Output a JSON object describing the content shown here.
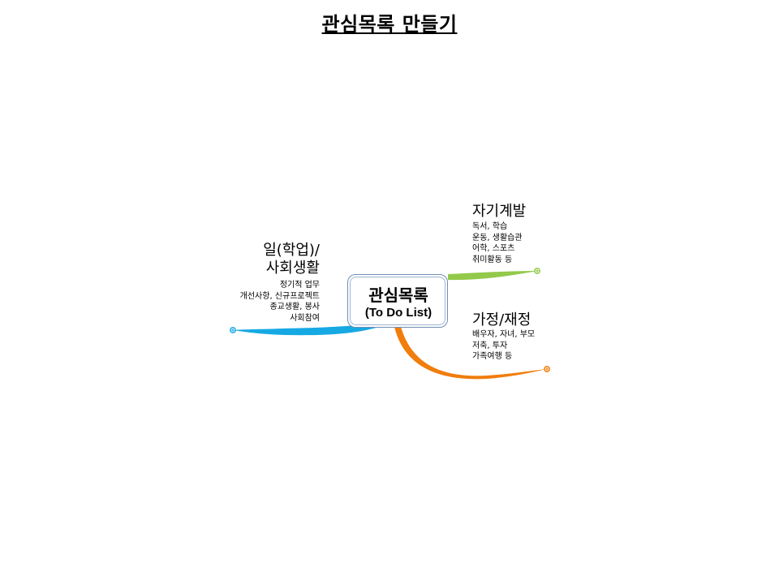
{
  "title": "관심목록 만들기",
  "center": {
    "title": "관심목록",
    "subtitle": "(To Do List)"
  },
  "branches": [
    {
      "title": "자기계발",
      "color": "#92c94a",
      "items": [
        "독서, 학습",
        "운동, 생활습관",
        "어학, 스포츠",
        "취미활동 등"
      ]
    },
    {
      "title": "가정/재정",
      "color": "#f07d0c",
      "items": [
        "배우자, 자녀, 부모",
        "저축, 투자",
        "가족여행 등"
      ]
    },
    {
      "title_lines": [
        "일(학업)/",
        "사회생활"
      ],
      "color": "#16a9e3",
      "items": [
        "정기적 업무",
        "개선사항, 신규프로젝트",
        "종교생활, 봉사",
        "사회참여"
      ]
    }
  ]
}
